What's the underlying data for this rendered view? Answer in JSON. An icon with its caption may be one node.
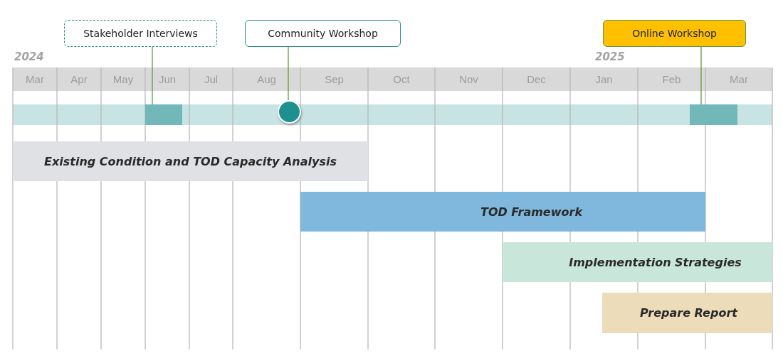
{
  "diagram": {
    "nodes": [
      {
        "text": [
          "Stakeholder Interviews"
        ]
      },
      {
        "text": [
          "Community Workshop"
        ]
      },
      {
        "text": [
          "Online Workshop"
        ]
      },
      {
        "text": [],
        "shape": "bar"
      },
      {
        "text": [],
        "shape": "circle"
      },
      {
        "text": [],
        "shape": "bar"
      },
      {
        "text": [
          "Existing Condition and TOD Capacity Analysis"
        ]
      },
      {
        "text": [
          "TOD Framework"
        ]
      },
      {
        "text": [
          "Implementation Strategies"
        ]
      },
      {
        "text": [
          "Prepare Report"
        ]
      }
    ],
    "edges": [
      {
        "from": 0,
        "to": 3,
        "arrow": "none"
      },
      {
        "from": 1,
        "to": 4,
        "arrow": "none"
      },
      {
        "from": 2,
        "to": 5,
        "arrow": "none"
      }
    ],
    "labels": [
      "2024",
      "2025",
      "Mar",
      "Apr",
      "May",
      "Jun",
      "Jul",
      "Aug",
      "Sep",
      "Oct",
      "Nov",
      "Dec",
      "Jan",
      "Feb",
      "Mar"
    ]
  }
}
